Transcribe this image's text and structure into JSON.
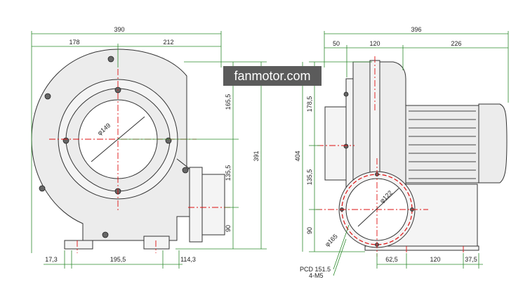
{
  "watermark": "fanmotor.com",
  "dims": {
    "overall_width_left": "390",
    "left_part": "178",
    "right_part": "212",
    "h_top": "165,5",
    "h_mid": "135,5",
    "h_bottom": "90",
    "overall_height": "391",
    "overall_width_right": "396",
    "r_50": "50",
    "r_120_top": "120",
    "r_226": "226",
    "r_178_5": "178,5",
    "r_404": "404",
    "r_135_5": "135,5",
    "r_90": "90",
    "diam_149": "φ149",
    "diam_122": "φ122",
    "diam_165": "φ165",
    "b_17_3": "17,3",
    "b_195_5": "195,5",
    "b_114_3": "114,3",
    "b_62_5": "62,5",
    "b_120": "120",
    "b_37_5": "37,5",
    "pcd": "PCD 151.5",
    "m5": "4-M5"
  },
  "colors": {
    "dimension": "#2e8b2e",
    "centerline": "#d11111",
    "watermark_bg": "#5b5b5b"
  }
}
